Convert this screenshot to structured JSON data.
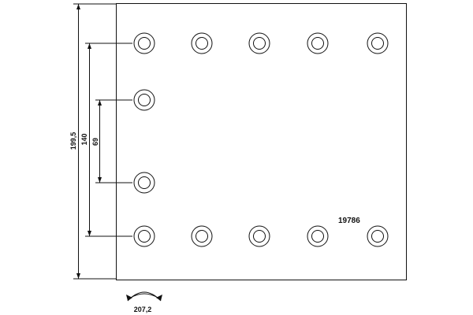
{
  "part_number": "19786",
  "dimensions": {
    "total_height": "199,5",
    "outer_hole_spacing": "140",
    "inner_hole_spacing": "69",
    "arc_length": "207,2"
  },
  "holes": {
    "top_row_count": 5,
    "bottom_row_count": 5,
    "middle_column_count": 2
  }
}
